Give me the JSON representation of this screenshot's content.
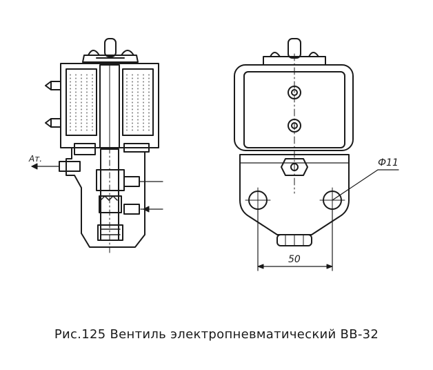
{
  "caption": "Рис.125 Вентиль электропневматический ВВ-32",
  "labels": {
    "side_port": "Ат.",
    "hole_diameter": "Ф11",
    "hole_spacing": "50"
  }
}
